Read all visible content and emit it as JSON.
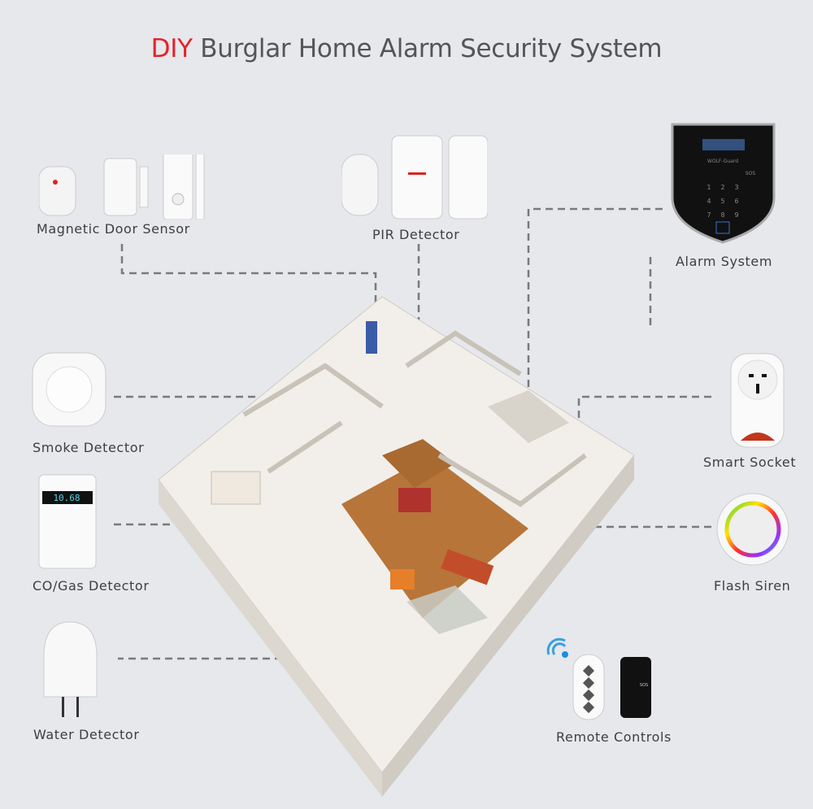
{
  "title": {
    "accent": "DIY",
    "rest": "Burglar Home Alarm Security System"
  },
  "colors": {
    "background": "#e6e8ec",
    "accent": "#e3232b",
    "text": "#444444",
    "connector": "#777777"
  },
  "devices": {
    "door_sensor": {
      "label": "Magnetic Door Sensor",
      "icon": "door-sensor-icon"
    },
    "pir": {
      "label": "PIR Detector",
      "icon": "motion-sensor-icon"
    },
    "alarm": {
      "label": "Alarm System",
      "icon": "alarm-panel-icon",
      "brand": "WOLF-Guard",
      "keys": [
        "1",
        "2",
        "3",
        "4",
        "5",
        "6",
        "7",
        "8",
        "9",
        "SOS"
      ]
    },
    "smoke": {
      "label": "Smoke Detector",
      "icon": "smoke-detector-icon"
    },
    "gas": {
      "label": "CO/Gas Detector",
      "icon": "gas-detector-icon",
      "display": "10.68"
    },
    "water": {
      "label": "Water Detector",
      "icon": "water-detector-icon"
    },
    "socket": {
      "label": "Smart Socket",
      "icon": "smart-socket-icon"
    },
    "siren": {
      "label": "Flash Siren",
      "icon": "siren-icon"
    },
    "remote": {
      "label": "Remote Controls",
      "icon": "remote-control-icon",
      "sos": "SOS"
    }
  }
}
